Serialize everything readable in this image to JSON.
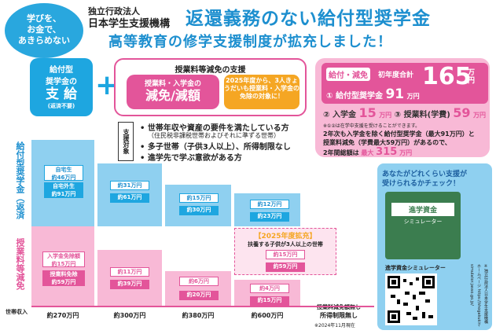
{
  "bubble": {
    "lines": [
      "学びを、",
      "お金で、",
      "あきらめない"
    ]
  },
  "org": {
    "line1": "独立行政法人",
    "line2": "日本学生支援機構"
  },
  "headline": {
    "line1": "返還義務のない給付型奨学金",
    "line2": "高等教育の修学支援制度が拡充しました！"
  },
  "kyufu_box": {
    "line1": "給付型",
    "line2": "奨学金の",
    "big": "支 給",
    "sub": "(返済不要)"
  },
  "plus": "+",
  "genmen": {
    "title": "授業料等減免の支援",
    "box_line1": "授業料・入学金の",
    "box_big": "減免/減額",
    "note": "2025年度から、3人きょうだいも授業料・入学金の免除の対象に！"
  },
  "total": {
    "label": "給付・減免",
    "label2": "初年度合計",
    "amount": "165",
    "unit": "万円",
    "item1_prefix": "① 給付型奨学金",
    "item1_value": "91",
    "item2_prefix": "② 入学金",
    "item2_value": "15",
    "item3_prefix": "③ 授業料(学費)",
    "item3_value": "59",
    "unit_small": "万円",
    "footnote": "※①②は在学中支援を受けることができます。",
    "para1": "2年次も入学金を除く給付型奨学金（最大91万円）と",
    "para2": "授業料減免（学費最大59万円）があるので、",
    "para3_prefix": "2年間総額は",
    "para3_label": "最大",
    "para3_value": "315",
    "para3_unit": "万円"
  },
  "shien_label": "支援対象",
  "criteria": [
    "• 世帯年収や資産の要件を満たしている方",
    "（住民税非課税世帯およびそれに準ずる世帯）",
    "• 多子世帯（子供3人以上）、所得制限なし",
    "• 進学先で学ぶ意欲がある方"
  ],
  "y_labels": {
    "top": "給付型奨学金（返済不要）",
    "bottom": "授業料等減免"
  },
  "x_caption": "世帯収入",
  "x_labels": [
    "約270万円",
    "約300万円",
    "約380万円",
    "約600万円",
    "所得制限無し"
  ],
  "chart_note": "※2024年11月現在",
  "bars": {
    "c1_scholar": [
      "自宅生",
      "約46万円",
      "自宅外生",
      "約91万円"
    ],
    "c1_tuition": [
      "入学金免除額",
      "約15万円",
      "授業料免除",
      "約59万円"
    ],
    "c2_scholar": [
      "約31万円",
      "約61万円"
    ],
    "c2_tuition": [
      "約11万円",
      "約39万円"
    ],
    "c3_scholar": [
      "約15万円",
      "約30万円"
    ],
    "c3_tuition": [
      "約6万円",
      "約20万円"
    ],
    "c4_scholar": [
      "約12万円",
      "約23万円"
    ],
    "c4_tuition": [
      "約4万円",
      "約15万円"
    ],
    "expand_title": "【2025年度拡充】",
    "expand_sub": "扶養する子供が3人以上の世帯",
    "expand_vals": [
      "約15万円",
      "約59万円"
    ],
    "expand_bottom": "授業料減免額無し"
  },
  "simulator": {
    "title1": "あなたがどれくらい支援が",
    "title2": "受けられるかチェック！",
    "screen_title": "進学資金",
    "screen_sub": "シミュレーター",
    "caption": "進学資金シミュレーター",
    "side_text": "※独立行政法人日本学生支援機構ホームページ",
    "url": "https://shogakukin-simulator.jasso.go.jp/"
  },
  "colors": {
    "blue": "#1ea6e0",
    "pink": "#e3559a",
    "orange": "#f5a623"
  }
}
